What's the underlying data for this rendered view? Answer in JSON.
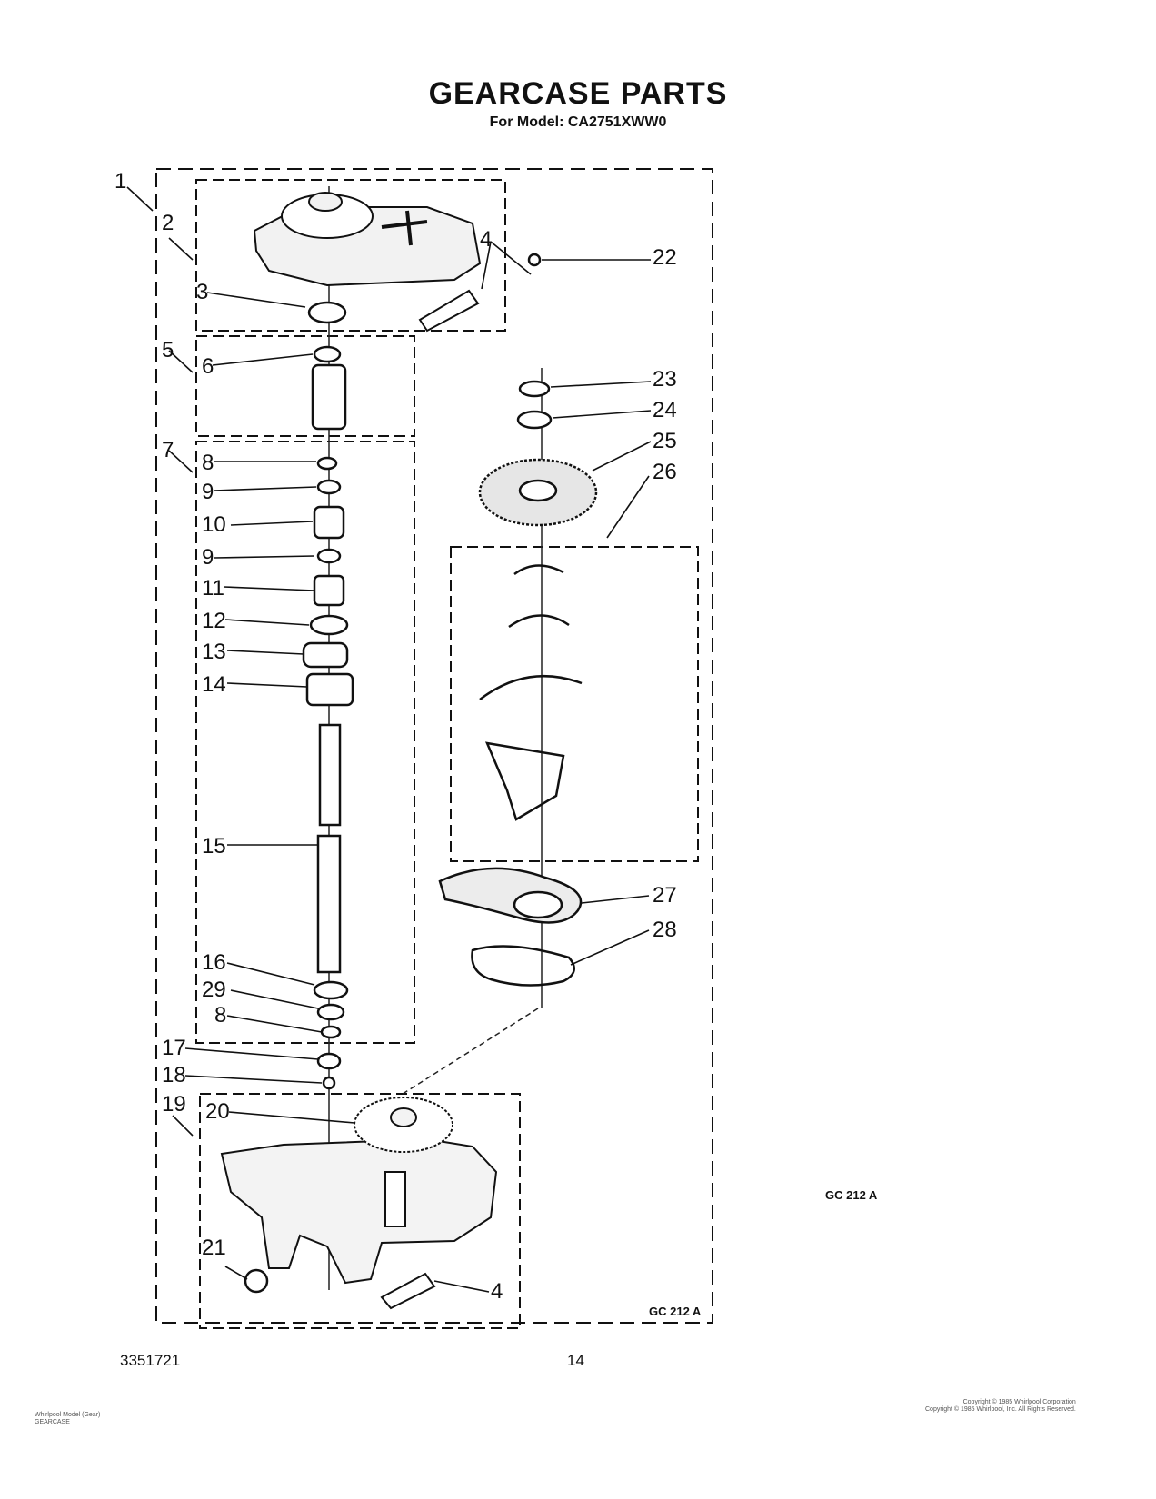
{
  "title": "GEARCASE PARTS",
  "subtitle": "For Model: CA2751XWW0",
  "callouts": [
    "1",
    "2",
    "3",
    "4",
    "4",
    "5",
    "6",
    "7",
    "8",
    "8",
    "9",
    "9",
    "10",
    "11",
    "12",
    "13",
    "14",
    "15",
    "16",
    "17",
    "18",
    "19",
    "20",
    "21",
    "22",
    "23",
    "24",
    "25",
    "26",
    "27",
    "28",
    "29"
  ],
  "figure_code": "GC 212 A",
  "figure_code_outside": "GC 212 A",
  "footer": {
    "part_number": "3351721",
    "page_number": "14"
  },
  "fine_print": {
    "left": "Whirlpool Model (Gear)\nGEARCASE",
    "right": "Copyright © 1985 Whirlpool Corporation\nCopyright © 1985 Whirlpool, Inc. All Rights Reserved."
  }
}
